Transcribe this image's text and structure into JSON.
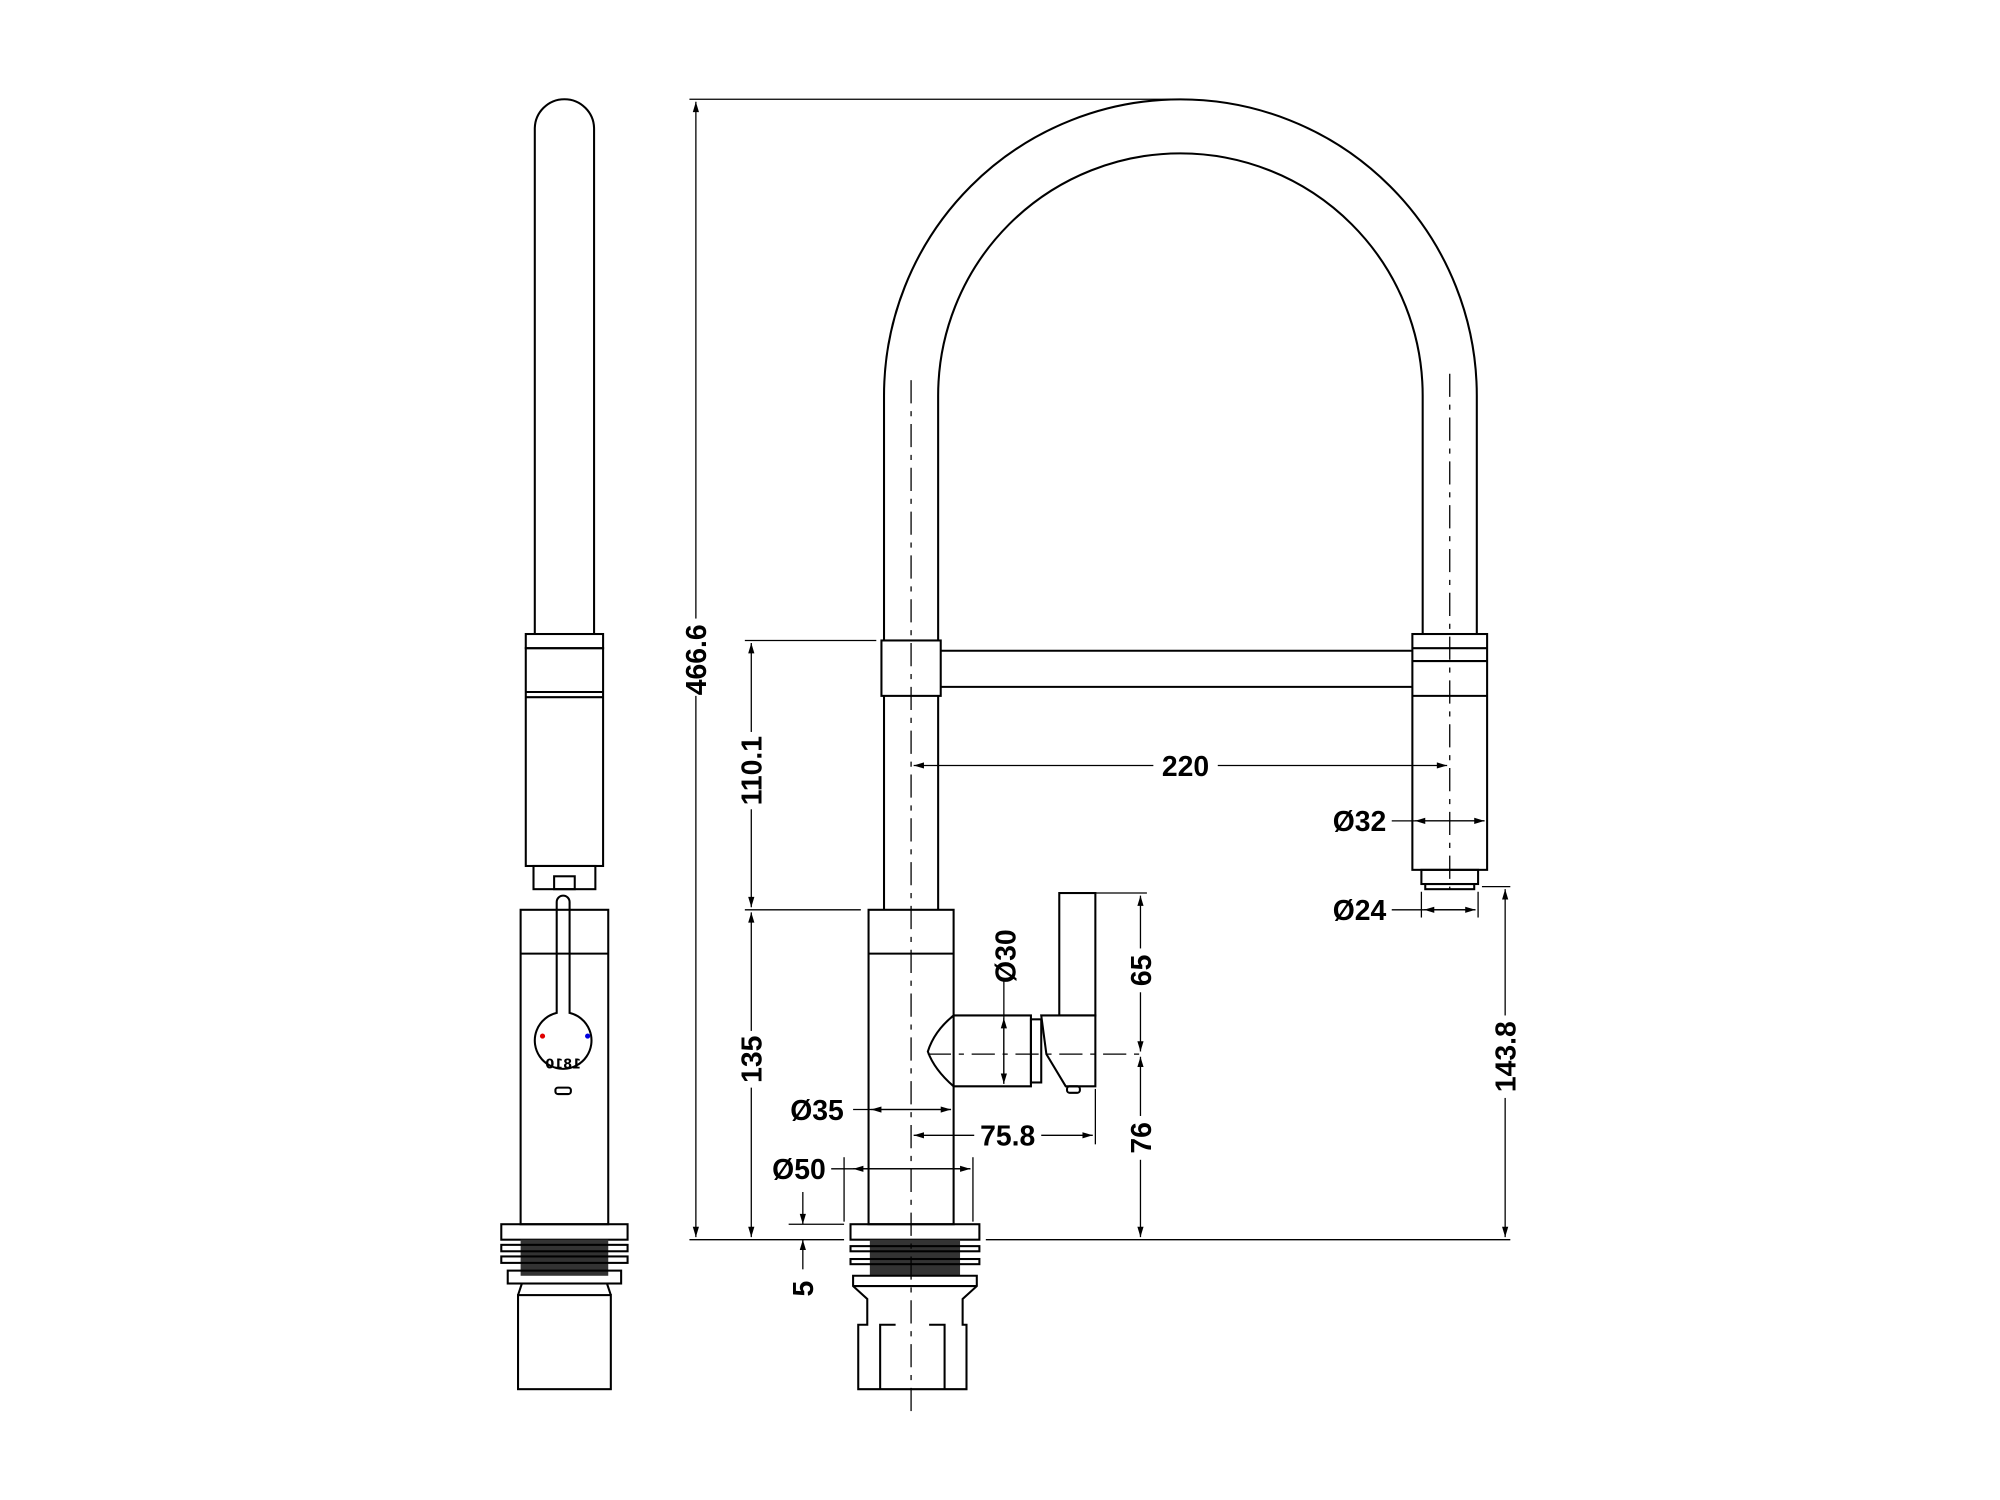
{
  "drawing": {
    "logo_text": "1810",
    "hot_color": "#e00000",
    "cold_color": "#0000e0",
    "dimensions": {
      "total_height": "466.6",
      "upper_height": "110.1",
      "body_height": "135",
      "reach": "220",
      "spray_dia": "Ø32",
      "spray_outlet_dia": "Ø24",
      "outlet_height": "143.8",
      "handle_dia": "Ø30",
      "lever_height": "65",
      "handle_axis_height": "76",
      "body_dia": "Ø35",
      "handle_length": "75.8",
      "base_dia": "Ø50",
      "base_thickness": "5"
    }
  }
}
